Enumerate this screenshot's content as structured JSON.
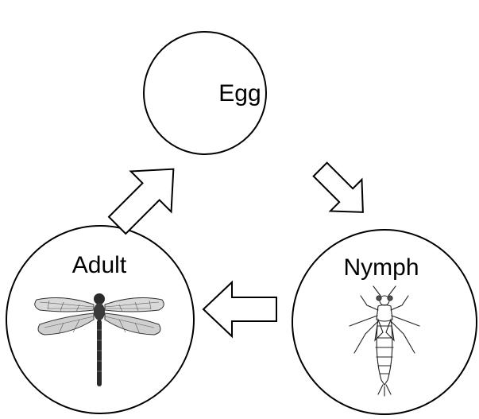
{
  "diagram": {
    "stages": [
      {
        "id": "egg",
        "label": "Egg"
      },
      {
        "id": "nymph",
        "label": "Nymph"
      },
      {
        "id": "adult",
        "label": "Adult"
      }
    ],
    "arrows": [
      {
        "from": "egg",
        "to": "nymph"
      },
      {
        "from": "nymph",
        "to": "adult"
      },
      {
        "from": "adult",
        "to": "egg"
      }
    ],
    "colors": {
      "stroke": "#000000",
      "fill": "#ffffff"
    },
    "icons": {
      "adult": "dragonfly-icon",
      "nymph": "nymph-insect-icon"
    }
  }
}
